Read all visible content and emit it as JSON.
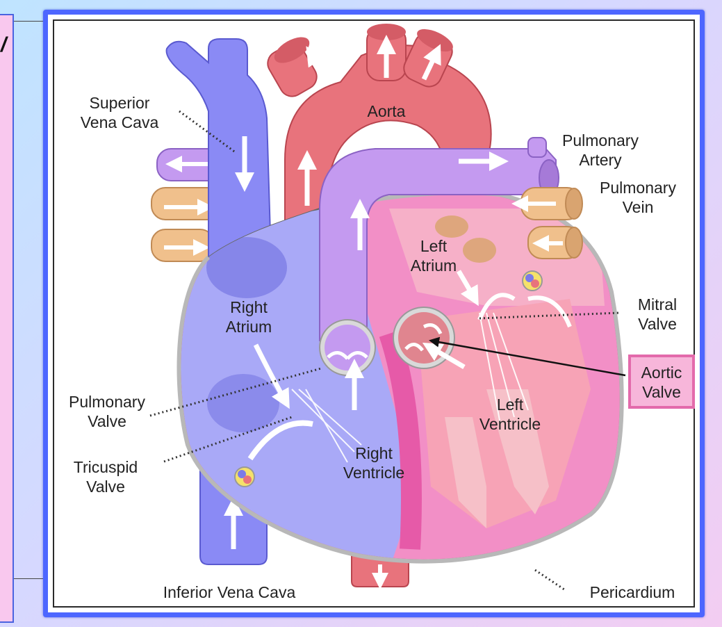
{
  "labels": {
    "superior_vena_cava": [
      "Superior",
      "Vena Cava"
    ],
    "aorta": "Aorta",
    "pulmonary_artery": [
      "Pulmonary",
      "Artery"
    ],
    "pulmonary_vein": [
      "Pulmonary",
      "Vein"
    ],
    "left_atrium": [
      "Left",
      "Atrium"
    ],
    "right_atrium": [
      "Right",
      "Atrium"
    ],
    "mitral_valve": [
      "Mitral",
      "Valve"
    ],
    "aortic_valve": [
      "Aortic",
      "Valve"
    ],
    "pulmonary_valve": [
      "Pulmonary",
      "Valve"
    ],
    "left_ventricle": [
      "Left",
      "Ventricle"
    ],
    "tricuspid_valve": [
      "Tricuspid",
      "Valve"
    ],
    "right_ventricle": [
      "Right",
      "Ventricle"
    ],
    "inferior_vena_cava": "Inferior Vena Cava",
    "pericardium": "Pericardium"
  },
  "colors": {
    "frame": "#4d66ff",
    "vena_cava": "#8a8af5",
    "aorta": "#e8737c",
    "pulmonary_artery": "#c49af0",
    "pulmonary_vein": "#f0c08c",
    "left_heart": "#f28fc6",
    "right_heart": "#a9a9f7",
    "highlight_box": "#f7b6da"
  }
}
